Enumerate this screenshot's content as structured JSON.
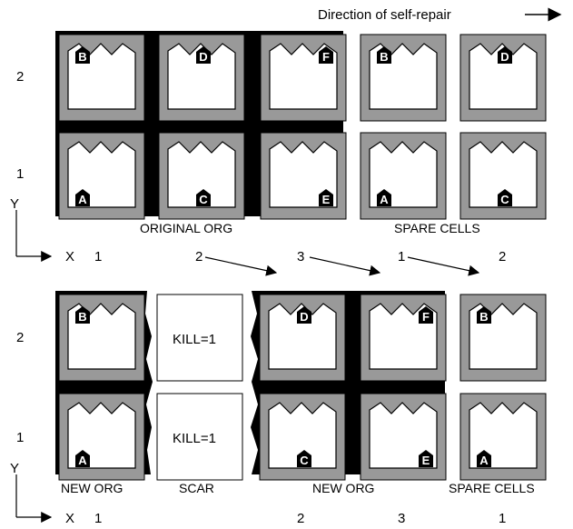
{
  "direction_label": "Direction of self-repair",
  "axis": {
    "x_label": "X",
    "y_label": "Y"
  },
  "top": {
    "row_labels": [
      "2",
      "1"
    ],
    "x_ticks": [
      "1",
      "2",
      "3",
      "1",
      "2"
    ],
    "group_labels": {
      "original": "ORIGINAL ORG",
      "spare": "SPARE CELLS"
    },
    "cells": [
      {
        "id": "B",
        "row": 2,
        "col": 1,
        "badge": "top"
      },
      {
        "id": "D",
        "row": 2,
        "col": 2,
        "badge": "top"
      },
      {
        "id": "F",
        "row": 2,
        "col": 3,
        "badge": "top"
      },
      {
        "id": "A",
        "row": 1,
        "col": 1,
        "badge": "bottom"
      },
      {
        "id": "C",
        "row": 1,
        "col": 2,
        "badge": "bottom"
      },
      {
        "id": "E",
        "row": 1,
        "col": 3,
        "badge": "bottom"
      }
    ],
    "spare_cells": [
      {
        "id": "B",
        "row": 2,
        "col": 1,
        "badge": "top"
      },
      {
        "id": "D",
        "row": 2,
        "col": 2,
        "badge": "top"
      },
      {
        "id": "A",
        "row": 1,
        "col": 1,
        "badge": "bottom"
      },
      {
        "id": "C",
        "row": 1,
        "col": 2,
        "badge": "bottom"
      }
    ]
  },
  "bottom": {
    "row_labels": [
      "2",
      "1"
    ],
    "x_ticks": [
      "1",
      "2",
      "3",
      "1"
    ],
    "group_labels": {
      "new_org_left": "NEW ORG",
      "scar": "SCAR",
      "new_org_right": "NEW ORG",
      "spare": "SPARE CELLS"
    },
    "kill_labels": [
      "KILL=1",
      "KILL=1"
    ],
    "cells_left": [
      {
        "id": "B",
        "badge": "top"
      },
      {
        "id": "A",
        "badge": "bottom"
      }
    ],
    "cells_right": [
      {
        "id": "D",
        "badge": "top"
      },
      {
        "id": "F",
        "badge": "top"
      },
      {
        "id": "C",
        "badge": "bottom"
      },
      {
        "id": "E",
        "badge": "bottom"
      }
    ],
    "spare_cells": [
      {
        "id": "B",
        "badge": "top"
      },
      {
        "id": "A",
        "badge": "bottom"
      }
    ]
  }
}
